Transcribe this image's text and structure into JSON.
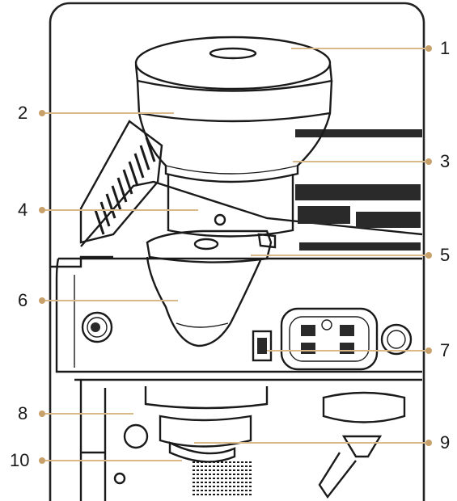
{
  "callouts": [
    {
      "label": "1"
    },
    {
      "label": "2"
    },
    {
      "label": "3"
    },
    {
      "label": "4"
    },
    {
      "label": "5"
    },
    {
      "label": "6"
    },
    {
      "label": "7"
    },
    {
      "label": "8"
    },
    {
      "label": "9"
    },
    {
      "label": "10"
    }
  ],
  "colors": {
    "line": "#1a1a1a",
    "leader": "#d9b98a",
    "dot": "#c8a06a",
    "frame": "#222222"
  }
}
